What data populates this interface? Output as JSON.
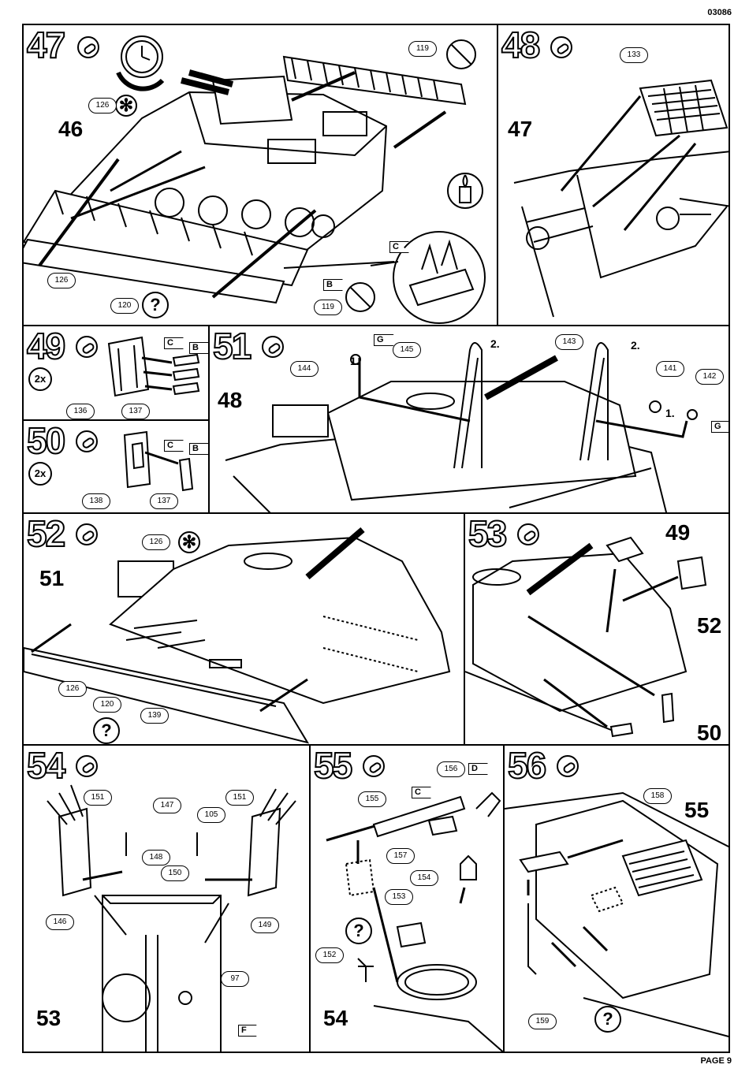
{
  "page": {
    "code": "03086",
    "page_label": "PAGE 9"
  },
  "steps": {
    "s47": {
      "number": "47",
      "callouts": [
        "119",
        "126",
        "126",
        "120",
        "119"
      ],
      "refs": [
        "46"
      ],
      "sprue": "C",
      "sprue2": "B",
      "question": "?",
      "star": "✻"
    },
    "s48": {
      "number": "48",
      "callouts": [
        "133"
      ],
      "refs": [
        "47"
      ]
    },
    "s49": {
      "number": "49",
      "mult": "2x",
      "callouts": [
        "136",
        "137"
      ],
      "sprue": "C",
      "sprue2": "B"
    },
    "s50": {
      "number": "50",
      "mult": "2x",
      "callouts": [
        "138",
        "137"
      ],
      "sprue": "C",
      "sprue2": "B"
    },
    "s51": {
      "number": "51",
      "callouts": [
        "144",
        "145",
        "143",
        "141",
        "142"
      ],
      "refs": [
        "48"
      ],
      "sub1": "1.",
      "sub2": "2.",
      "sprue": "G"
    },
    "s52": {
      "number": "52",
      "callouts": [
        "126",
        "126",
        "120",
        "139"
      ],
      "refs": [
        "51"
      ],
      "star": "✻",
      "question": "?"
    },
    "s53": {
      "number": "53",
      "refs": [
        "49",
        "52",
        "50"
      ]
    },
    "s54": {
      "number": "54",
      "callouts": [
        "151",
        "147",
        "105",
        "151",
        "148",
        "150",
        "146",
        "149",
        "97"
      ],
      "refs": [
        "53"
      ],
      "sprue": "F"
    },
    "s55": {
      "number": "55",
      "callouts": [
        "156",
        "155",
        "157",
        "154",
        "153",
        "152"
      ],
      "refs": [
        "54"
      ],
      "sprue": "D",
      "sprue2": "C",
      "question": "?"
    },
    "s56": {
      "number": "56",
      "callouts": [
        "158",
        "159"
      ],
      "refs": [
        "55"
      ],
      "question": "?"
    }
  }
}
